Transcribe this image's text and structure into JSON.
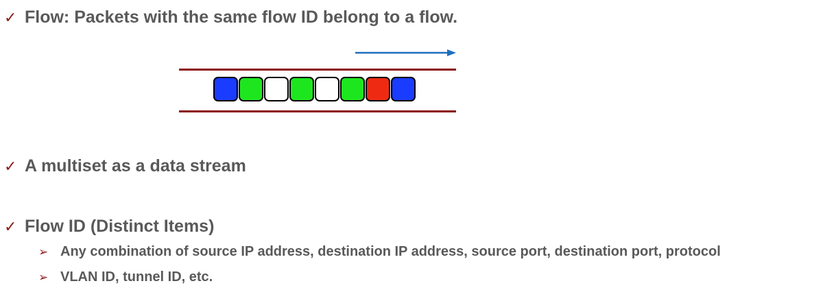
{
  "bullets": {
    "flow": "Flow: Packets with the same flow ID belong to a flow.",
    "multiset": "A multiset as a data stream",
    "flow_id": "Flow ID (Distinct Items)"
  },
  "sub_bullets": [
    "Any combination of source IP address, destination IP address, source port, destination port, protocol",
    "VLAN ID, tunnel ID, etc."
  ],
  "icons": {
    "bullet": "checkmark-icon",
    "sub_bullet": "arrow-bullet-icon",
    "direction": "right-arrow-icon"
  },
  "packets": [
    "#1a3cff",
    "#1ee61e",
    "#ffffff",
    "#1ee61e",
    "#ffffff",
    "#1ee61e",
    "#ee2a12",
    "#1a3cff"
  ],
  "colors": {
    "text": "#595959",
    "bullet": "#8b1a1a",
    "rail": "#8b0a0a",
    "arrow": "#1f6fbf"
  }
}
